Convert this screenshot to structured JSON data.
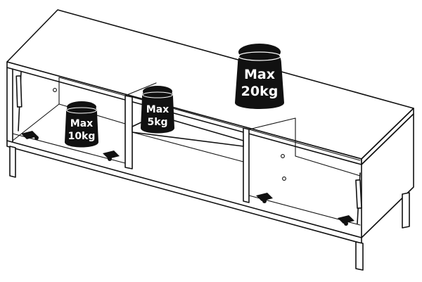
{
  "diagram": {
    "weights": [
      {
        "id": "center",
        "line1": "Max",
        "line2": "20kg"
      },
      {
        "id": "middle",
        "line1": "Max",
        "line2": "5kg"
      },
      {
        "id": "left",
        "line1": "Max",
        "line2": "10kg"
      }
    ]
  },
  "colors": {
    "line": "#111111",
    "weight_fill": "#111111",
    "weight_text": "#ffffff",
    "background": "#ffffff"
  }
}
